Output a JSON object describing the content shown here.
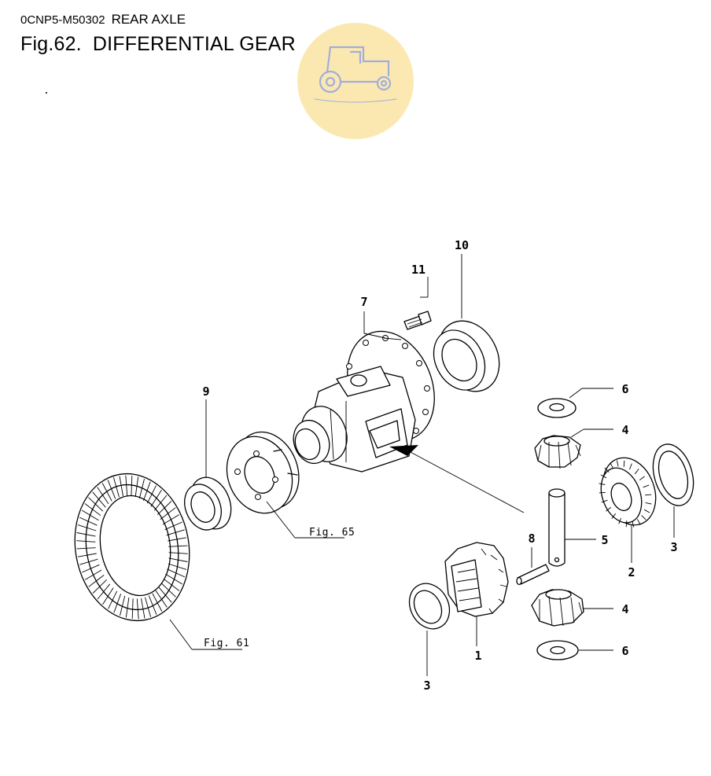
{
  "header": {
    "code": "0CNP5-M50302",
    "section": "REAR AXLE",
    "fig_number": "Fig.62.",
    "fig_title": "DIFFERENTIAL GEAR"
  },
  "watermark": {
    "text": "",
    "icon": "tractor-icon",
    "color": "#fbe5a4"
  },
  "callouts": {
    "p1": "1",
    "p2": "2",
    "p3a": "3",
    "p3b": "3",
    "p4a": "4",
    "p4b": "4",
    "p5": "5",
    "p6a": "6",
    "p6b": "6",
    "p7": "7",
    "p8": "8",
    "p9": "9",
    "p10": "10",
    "p11": "11"
  },
  "references": {
    "fig65": "Fig. 65",
    "fig61": "Fig. 61"
  }
}
